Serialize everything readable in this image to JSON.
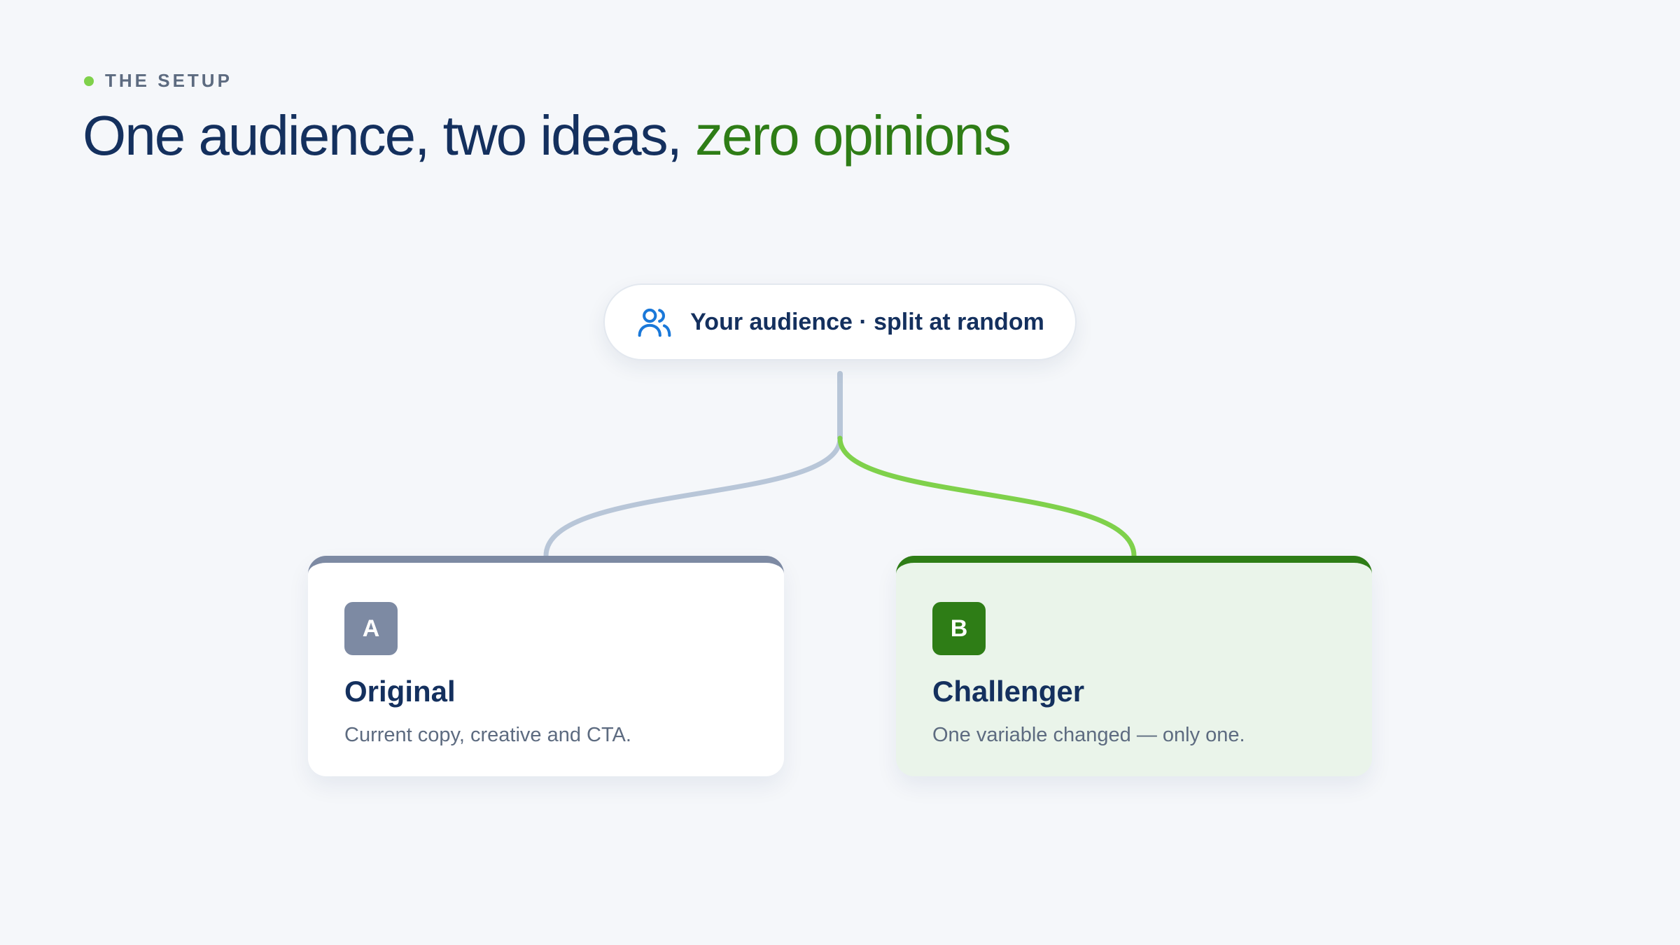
{
  "header": {
    "eyebrow": "THE SETUP",
    "title_main": "One audience, two ideas, ",
    "title_accent": "zero opinions"
  },
  "audience": {
    "label": "Your audience · split at random",
    "icon": "users-icon"
  },
  "variants": [
    {
      "badge": "A",
      "title": "Original",
      "description": "Current copy, creative and CTA.",
      "color": "#7d8aa3"
    },
    {
      "badge": "B",
      "title": "Challenger",
      "description": "One variable changed — only one.",
      "color": "#2e7d16"
    }
  ],
  "colors": {
    "background": "#f5f7fa",
    "title": "#14305e",
    "accent": "#2e7d16",
    "eyebrow_dot": "#7fd14b",
    "connector_a": "#b8c6d8",
    "connector_b": "#7fd14b",
    "card_b_background": "#eaf4ea"
  }
}
